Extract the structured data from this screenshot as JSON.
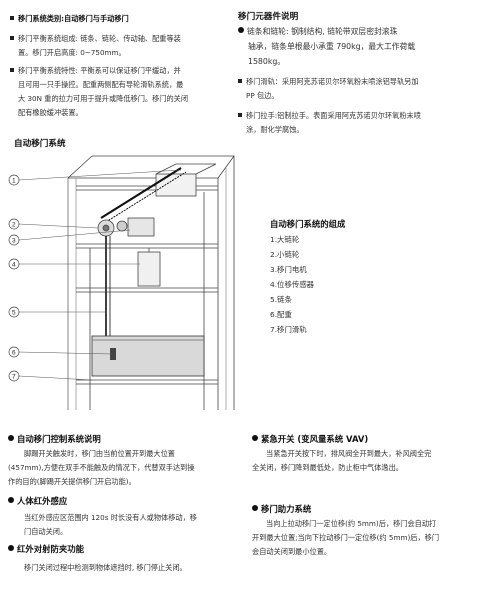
{
  "left_top": {
    "item1": "移门系统类别:自动移门与手动移门",
    "item2_lines": [
      "移门平衡系统组成: 链条、链轮、传动轴、配重等装",
      "置。移门开启高度: 0~750mm。"
    ],
    "item3_lines": [
      "移门平衡系统特性: 平衡系可以保证移门平缓动，并",
      "且可用一只手操控。配重两侧配有导轮滑轨系统，最",
      "大 30N 重的拉力可用于提升或降低移门。移门的关闭",
      "配有橡胶缓冲装置。"
    ]
  },
  "right_top": {
    "title": "移门元器件说明",
    "item1_lines": [
      "链条和链轮: 钢制结构, 链轮带双层密封滚珠",
      "轴承，链条单根最小承重 790kg，最大工作荷载",
      "1580kg。"
    ],
    "item2_lines": [
      "移门滑轨：采用阿克苏诺贝尔环氧粉末喷涂铝导轨另加",
      "PP 包边。"
    ],
    "item3_lines": [
      "移门拉手:铝制拉手。表面采用阿克苏诺贝尔环氧粉末喷",
      "涂，耐化学腐蚀。"
    ]
  },
  "diagram": {
    "title": "自动移门系统",
    "callouts": [
      "1",
      "2",
      "3",
      "4",
      "5",
      "6",
      "7"
    ]
  },
  "components": {
    "title": "自动移门系统的组成",
    "items": [
      "1.大链轮",
      "2.小链轮",
      "3.移门电机",
      "4.位移传感器",
      "5.链条",
      "6.配重",
      "7.移门滑轨"
    ]
  },
  "bottom_left": {
    "s1_title": "自动移门控制系统说明",
    "s1_lines": [
      "脚踢开关触发时，移门由当前位置开到最大位置",
      "(457mm),方便在双手不能触及的情况下，代替双手达到操",
      "作的目的(脚踢开关提供移门开启功能)。"
    ],
    "s2_title": "人体红外感应",
    "s2_lines": [
      "当红外感应区范围内 120s 时长没有人或物体移动，移",
      "门自动关闭。"
    ],
    "s3_title": "红外对射防夹功能",
    "s3_lines": [
      "移门关闭过程中检测到物体遮挡时, 移门停止关闭。"
    ]
  },
  "bottom_right": {
    "s1_title": "紧急开关 (变风量系统 VAV)",
    "s1_lines": [
      "当紧急开关按下时，排风阀全开到最大，补风阀全完",
      "全关闭，移门降到最低处，防止柜中气体逸出。"
    ],
    "s2_title": "移门助力系统",
    "s2_lines": [
      "当向上拉动移门一定位移(约 5mm)后，移门会自动打",
      "开到最大位置;当向下拉动移门一定位移(约 5mm)后，移门",
      "会自动关闭到最小位置。"
    ]
  }
}
